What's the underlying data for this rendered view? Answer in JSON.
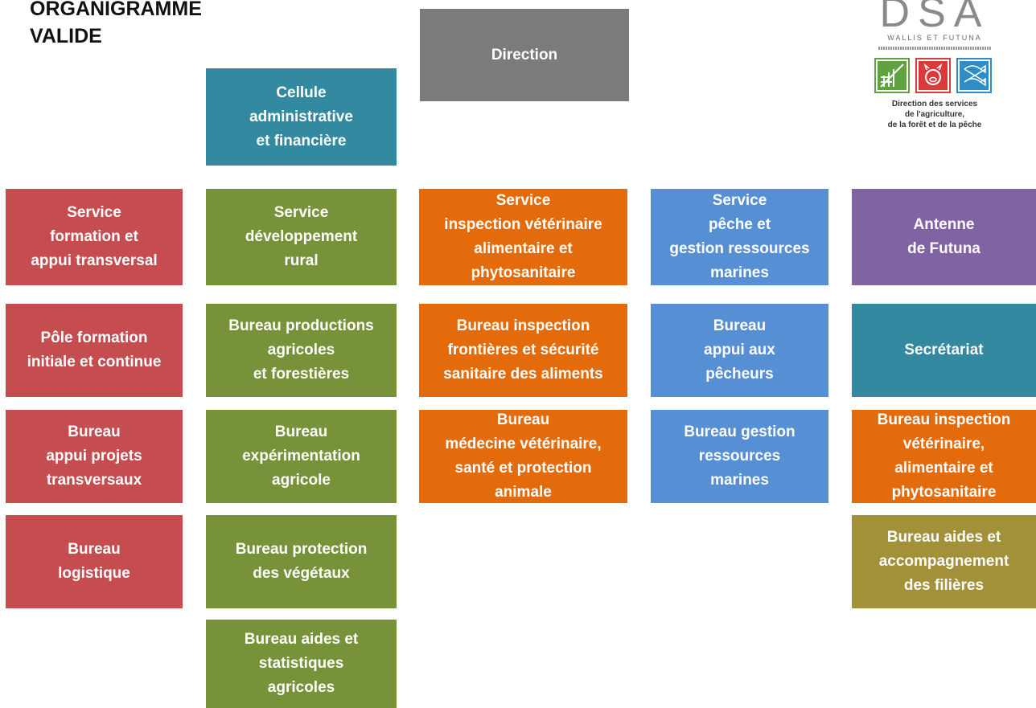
{
  "title": {
    "line1": "ORGANIGRAMME",
    "line2": "VALIDE"
  },
  "colors": {
    "gray": "#7b7b7b",
    "teal": "#3389a0",
    "red": "#c64d4f",
    "green": "#779238",
    "orange": "#e36b0c",
    "blue": "#578fd5",
    "purple": "#8063a3",
    "olive": "#a39139"
  },
  "logo": {
    "letters": "DSA",
    "subtitle": "WALLIS ET FUTUNA",
    "caption1": "Direction des services",
    "caption2": "de l'agriculture,",
    "caption3": "de la forêt et de la pêche",
    "icons": [
      "leaf-icon",
      "pig-icon",
      "fish-icon"
    ]
  },
  "nodes": {
    "direction": [
      "Direction"
    ],
    "cellule": [
      "Cellule",
      "administrative",
      "et financière"
    ],
    "service_formation": [
      "Service",
      "formation et",
      "appui transversal"
    ],
    "pole_formation": [
      "Pôle formation",
      "initiale et continue"
    ],
    "bureau_appui_projets": [
      "Bureau",
      "appui projets",
      "transversaux"
    ],
    "bureau_logistique": [
      "Bureau",
      "logistique"
    ],
    "service_developpement": [
      "Service",
      "développement",
      "rural"
    ],
    "bureau_productions": [
      "Bureau productions",
      "agricoles",
      "et forestières"
    ],
    "bureau_experimentation": [
      "Bureau",
      "expérimentation",
      "agricole"
    ],
    "bureau_protection": [
      "Bureau protection",
      "des végétaux"
    ],
    "bureau_aides_stats": [
      "Bureau aides et",
      "statistiques",
      "agricoles"
    ],
    "service_inspection": [
      "Service",
      "inspection vétérinaire",
      "alimentaire et",
      "phytosanitaire"
    ],
    "bureau_inspection_frontieres": [
      "Bureau inspection",
      "frontières et sécurité",
      "sanitaire des aliments"
    ],
    "bureau_medecine": [
      "Bureau",
      "médecine vétérinaire,",
      "santé et protection",
      "animale"
    ],
    "service_peche": [
      "Service",
      "pêche et",
      "gestion ressources",
      "marines"
    ],
    "bureau_appui_pecheurs": [
      "Bureau",
      "appui aux",
      "pêcheurs"
    ],
    "bureau_gestion_ressources": [
      "Bureau gestion",
      "ressources",
      "marines"
    ],
    "antenne_futuna": [
      "Antenne",
      "de Futuna"
    ],
    "secretariat": [
      "Secrétariat"
    ],
    "bureau_inspection_futuna": [
      "Bureau inspection",
      "vétérinaire,",
      "alimentaire et",
      "phytosanitaire"
    ],
    "bureau_aides_filieres": [
      "Bureau aides et",
      "accompagnement",
      "des filières"
    ]
  }
}
